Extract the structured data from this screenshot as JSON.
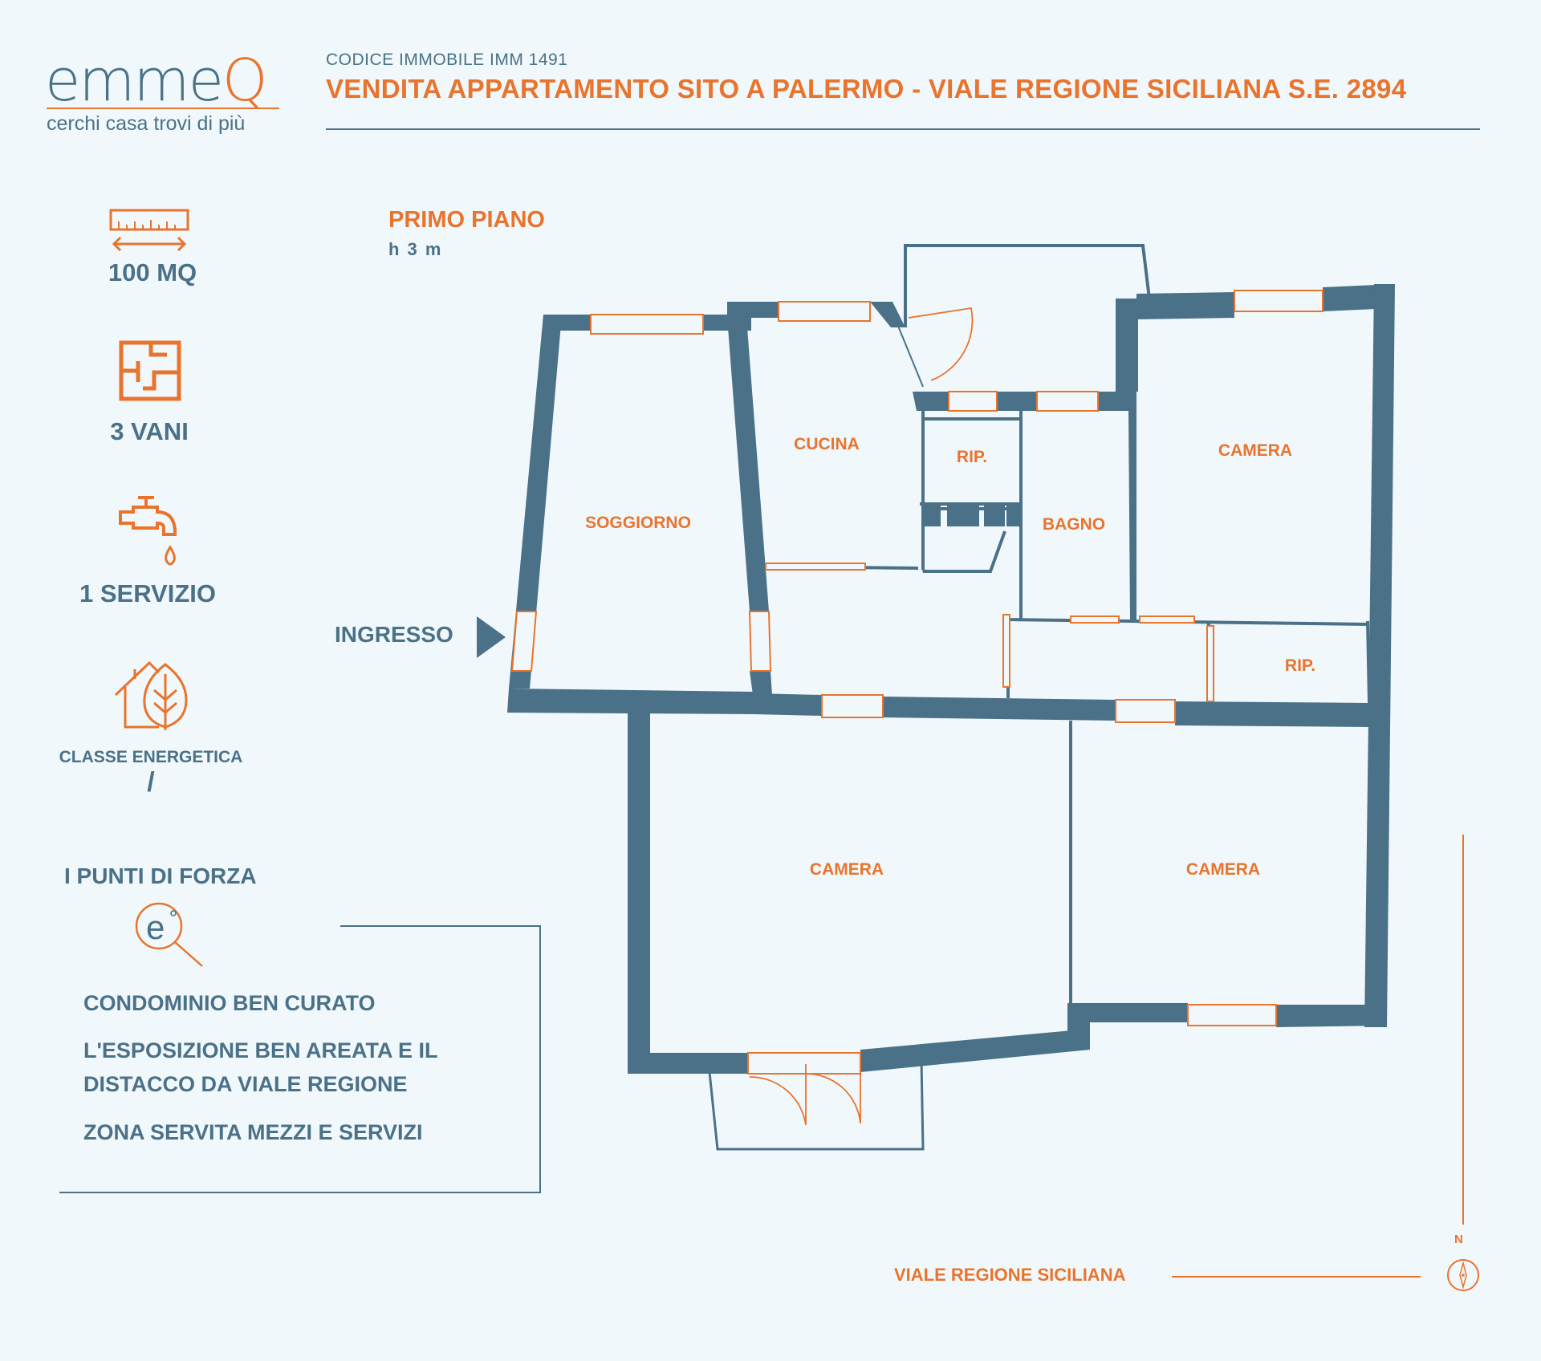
{
  "brand": {
    "name_main": "emme",
    "name_accent": "Q",
    "tagline": "cerchi casa  trovi di più"
  },
  "header": {
    "code": "CODICE IMMOBILE IMM 1491",
    "title": "VENDITA APPARTAMENTO SITO A PALERMO - VIALE REGIONE SICILIANA S.E. 2894"
  },
  "stats": {
    "area": "100 MQ",
    "rooms": "3 VANI",
    "bathrooms": "1 SERVIZIO",
    "energy_label": "CLASSE ENERGETICA",
    "energy_value": "/"
  },
  "strengths": {
    "title": "I PUNTI DI FORZA",
    "item1": "CONDOMINIO BEN CURATO",
    "item2": "L'ESPOSIZIONE BEN AREATA E IL DISTACCO DA VIALE REGIONE",
    "item3": "ZONA SERVITA MEZZI E SERVIZI"
  },
  "floorplan": {
    "floor": "PRIMO PIANO",
    "height": "h 3 m",
    "entrance": "INGRESSO",
    "rooms": {
      "soggiorno": "SOGGIORNO",
      "cucina": "CUCINA",
      "rip1": "RIP.",
      "bagno": "BAGNO",
      "camera1": "CAMERA",
      "rip2": "RIP.",
      "camera2": "CAMERA",
      "camera3": "CAMERA"
    },
    "street": "VIALE REGIONE SICILIANA",
    "north": "N"
  },
  "colors": {
    "wall": "#4a7188",
    "accent": "#e8742e",
    "background": "#f1f8fb"
  }
}
